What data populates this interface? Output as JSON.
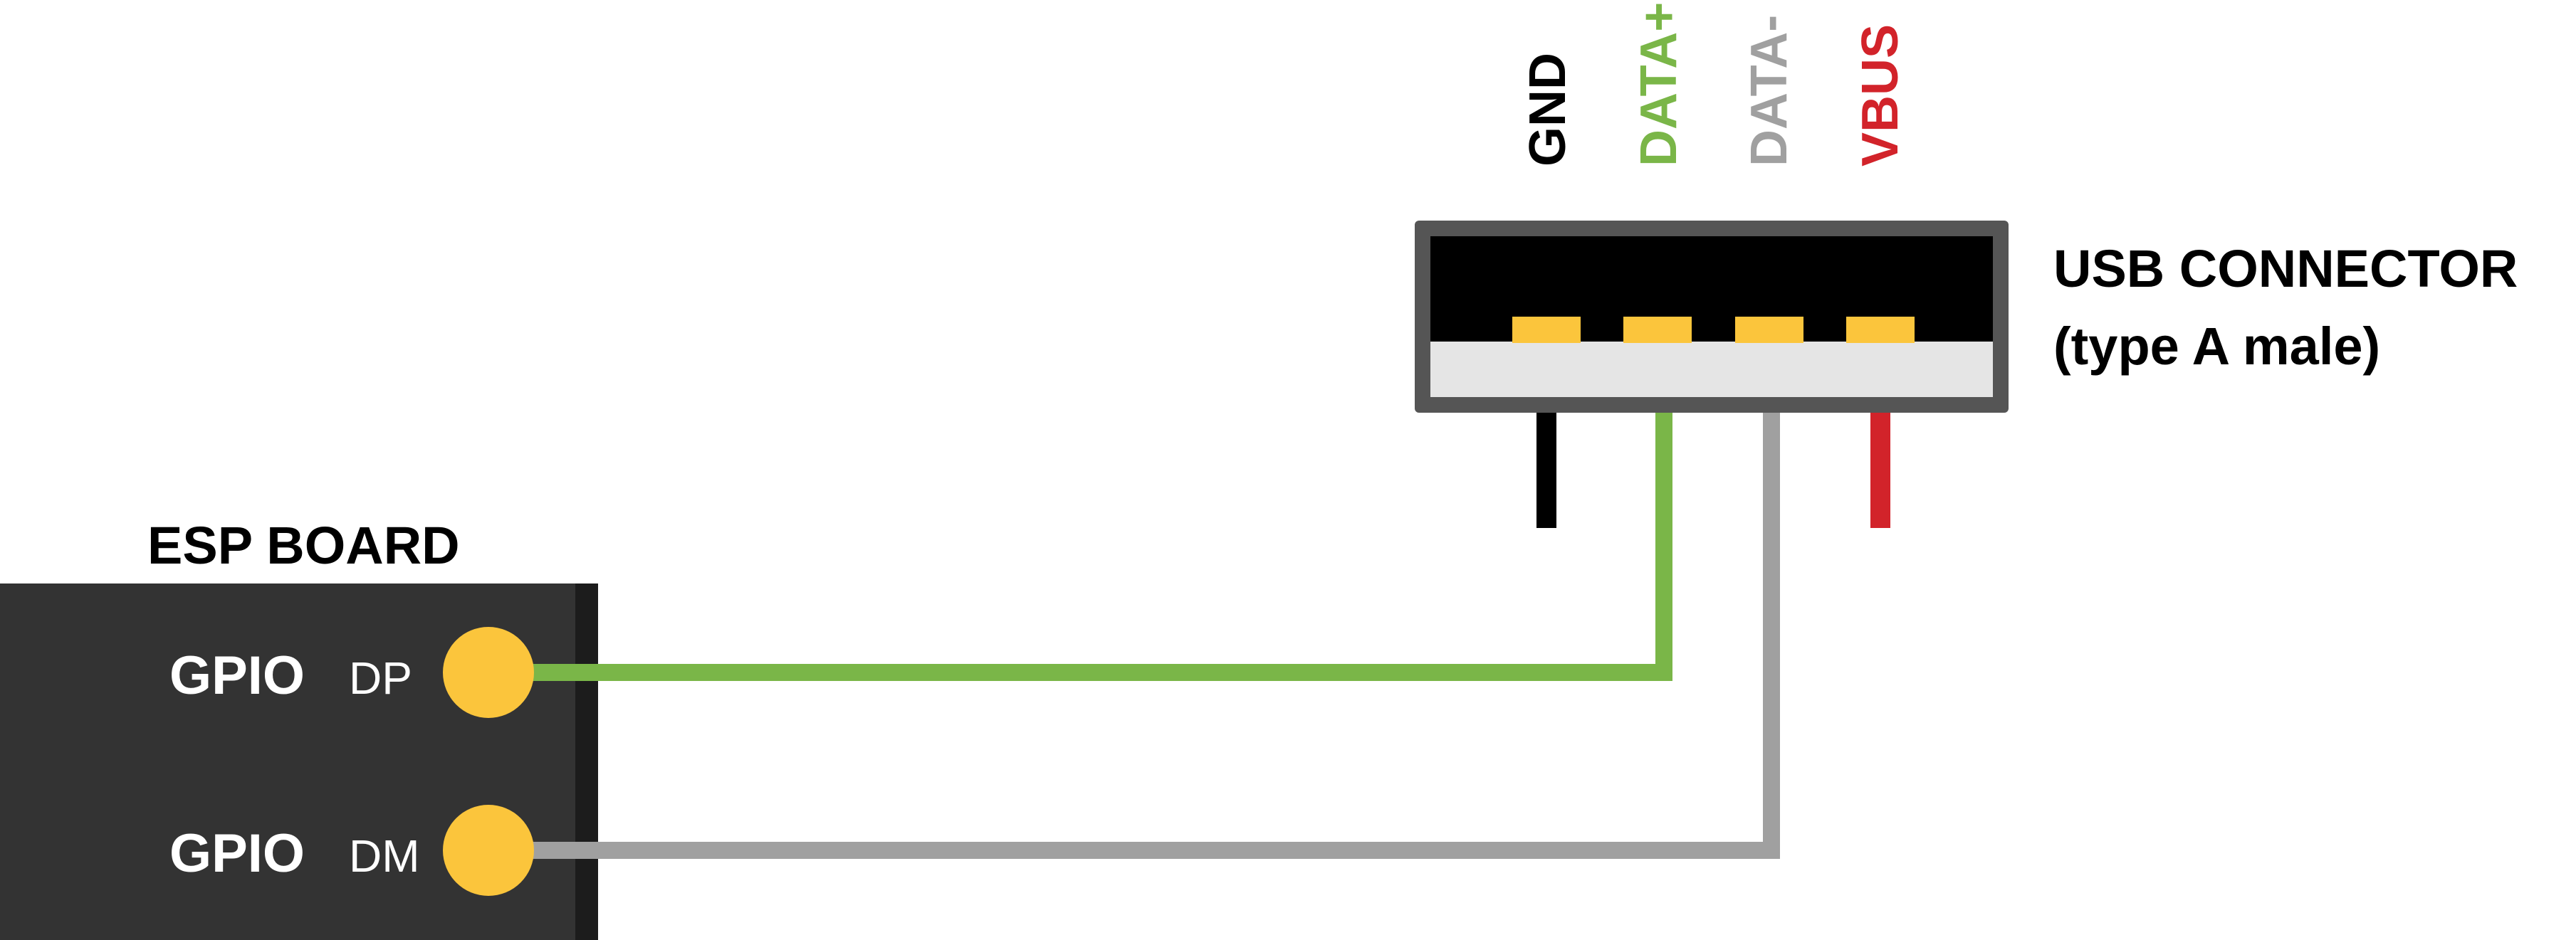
{
  "usb_connector": {
    "title_line1": "USB CONNECTOR",
    "title_line2": "(type A male)",
    "pins": [
      {
        "label": "GND",
        "color": "#000000"
      },
      {
        "label": "DATA+",
        "color": "#7ab648"
      },
      {
        "label": "DATA-",
        "color": "#a0a0a0"
      },
      {
        "label": "VBUS",
        "color": "#d2232a"
      }
    ]
  },
  "esp_board": {
    "title": "ESP BOARD",
    "pins": [
      {
        "gpio_label": "GPIO",
        "pin_label": "DP"
      },
      {
        "gpio_label": "GPIO",
        "pin_label": "DM"
      }
    ]
  },
  "colors": {
    "board": "#333333",
    "board_edge": "#1c1c1c",
    "pad": "#fbc53c",
    "connector_frame": "#555555",
    "connector_body": "#000000",
    "connector_tongue": "#e5e5e5",
    "wire_dp": "#7ab648",
    "wire_dm": "#a0a0a0"
  }
}
